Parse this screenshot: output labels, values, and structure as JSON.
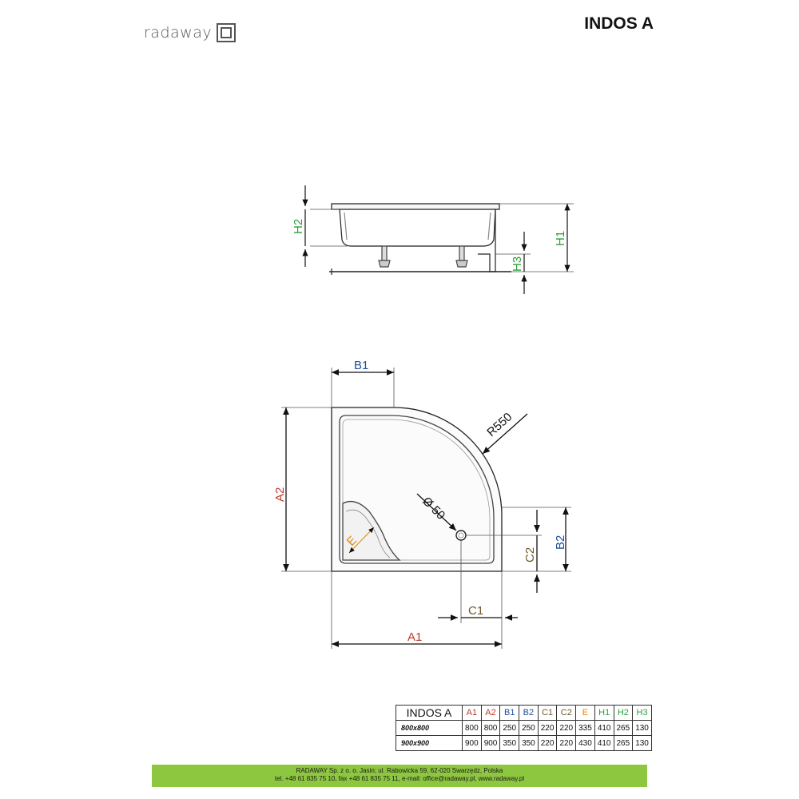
{
  "header": {
    "brand": "radaway",
    "model": "INDOS A"
  },
  "labels": {
    "H1": "H1",
    "H2": "H2",
    "H3": "H3",
    "A1": "A1",
    "A2": "A2",
    "B1": "B1",
    "B2": "B2",
    "C1": "C1",
    "C2": "C2",
    "E": "E",
    "radius": "R550",
    "drain": "Ø 50"
  },
  "colors": {
    "A": "#c0392b",
    "B": "#1f4e9a",
    "C": "#6b5a2a",
    "E": "#e08a00",
    "H": "#2e9e3a",
    "footer": "#8dc63f"
  },
  "table": {
    "model": "INDOS A",
    "columns": [
      "A1",
      "A2",
      "B1",
      "B2",
      "C1",
      "C2",
      "E",
      "H1",
      "H2",
      "H3"
    ],
    "column_colors": [
      "A",
      "A",
      "B",
      "B",
      "C",
      "C",
      "E",
      "H",
      "H",
      "H"
    ],
    "rows": [
      {
        "size": "800x800",
        "values": [
          "800",
          "800",
          "250",
          "250",
          "220",
          "220",
          "335",
          "410",
          "265",
          "130"
        ]
      },
      {
        "size": "900x900",
        "values": [
          "900",
          "900",
          "350",
          "350",
          "220",
          "220",
          "430",
          "410",
          "265",
          "130"
        ]
      }
    ]
  },
  "footer": {
    "line1": "RADAWAY Sp. z o. o. Jasin; ul. Rabowicka 59, 62-020 Swarzędz, Polska",
    "line2": "tel. +48 61 835 75 10, fax +48 61 835 75 11, e-mail: office@radaway.pl, www.radaway.pl"
  }
}
